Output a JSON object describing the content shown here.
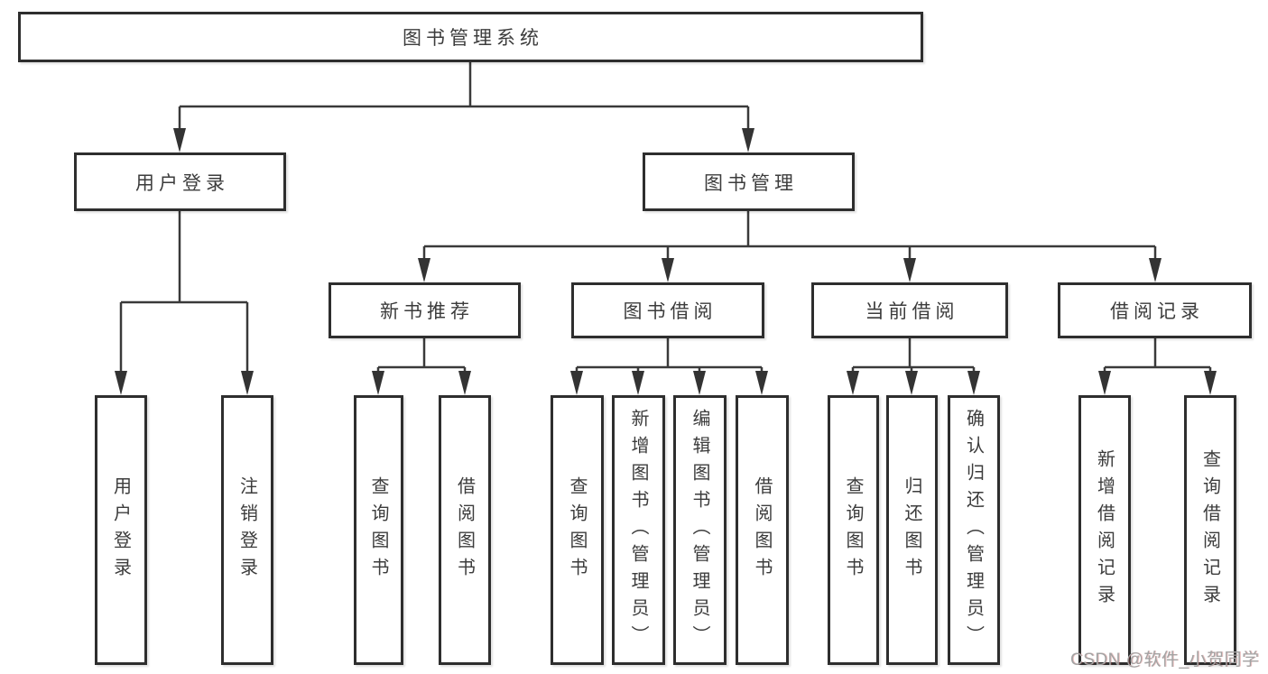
{
  "tree": {
    "root": {
      "label": "图书管理系统"
    },
    "branches": [
      {
        "label": "用户登录",
        "children": [
          {
            "label": "用户登录"
          },
          {
            "label": "注销登录"
          }
        ]
      },
      {
        "label": "图书管理",
        "children": [
          {
            "label": "新书推荐",
            "children": [
              {
                "label": "查询图书"
              },
              {
                "label": "借阅图书"
              }
            ]
          },
          {
            "label": "图书借阅",
            "children": [
              {
                "label": "查询图书"
              },
              {
                "label": "新增图书（管理员）"
              },
              {
                "label": "编辑图书（管理员）"
              },
              {
                "label": "借阅图书"
              }
            ]
          },
          {
            "label": "当前借阅",
            "children": [
              {
                "label": "查询图书"
              },
              {
                "label": "归还图书"
              },
              {
                "label": "确认归还（管理员）"
              }
            ]
          },
          {
            "label": "借阅记录",
            "children": [
              {
                "label": "新增借阅记录"
              },
              {
                "label": "查询借阅记录"
              }
            ]
          }
        ]
      }
    ]
  },
  "watermark": "CSDN @软件_小贺同学",
  "colors": {
    "line": "#3a3a3a",
    "border": "#2e2e2e",
    "text": "#3c3c3c",
    "watermark": "#a3a3a3",
    "background": "#ffffff"
  }
}
